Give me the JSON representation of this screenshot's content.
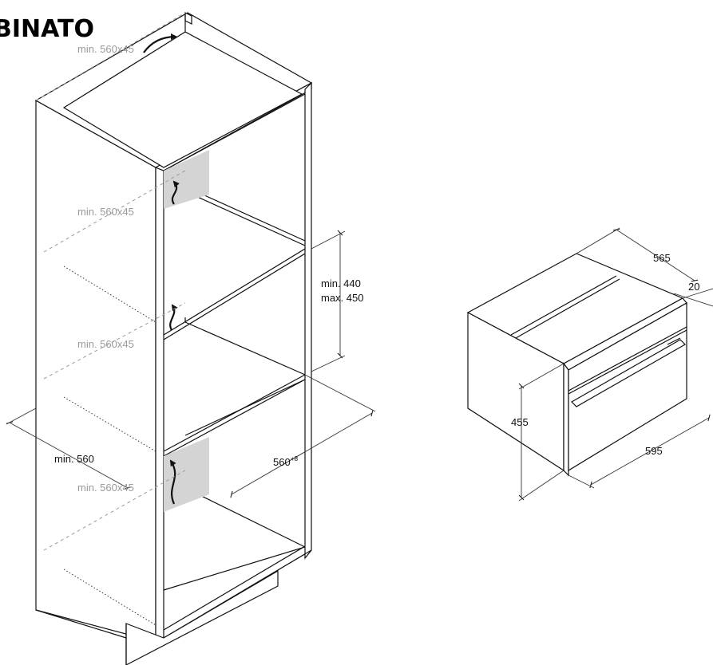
{
  "title": "BINATO",
  "cabinet": {
    "vent_top": "min. 560x45",
    "vent_upper": "min. 560x45",
    "vent_middle": "min. 560x45",
    "vent_lower": "min. 560x45",
    "niche_height_min": "min. 440",
    "niche_height_max": "max. 450",
    "niche_depth": "min. 560",
    "niche_width": "560",
    "niche_width_tolerance": "+8"
  },
  "appliance": {
    "depth": "565",
    "front_thickness": "20",
    "height": "455",
    "width": "595"
  },
  "colors": {
    "line": "#111111",
    "vent_label": "#9a9a9a",
    "vent_gap": "#d4d4d4"
  }
}
